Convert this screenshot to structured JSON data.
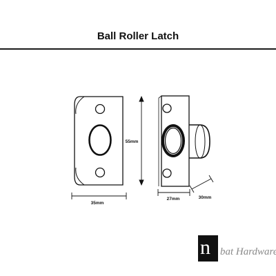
{
  "title": "Ball Roller Latch",
  "dimensions": {
    "height": "55mm",
    "plate_width": "35mm",
    "latch_width": "27mm",
    "depth": "30mm"
  },
  "logo": {
    "mark": "n",
    "brand_text": "bat Hardware"
  }
}
